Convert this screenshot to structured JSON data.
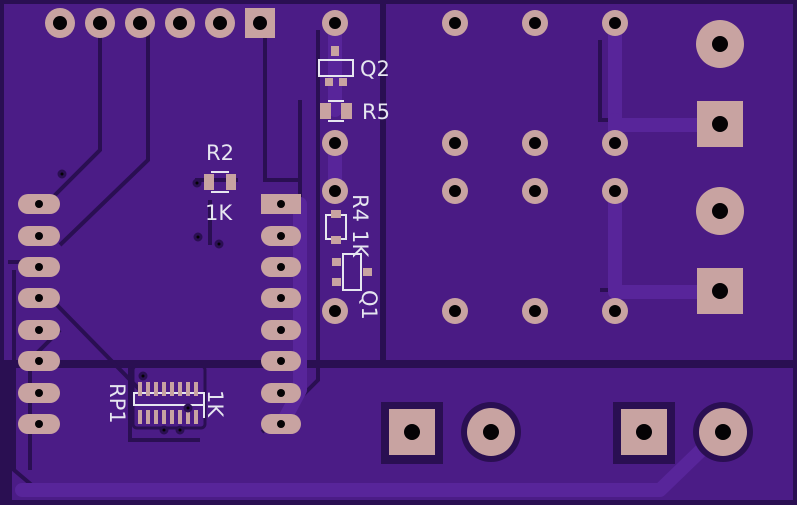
{
  "colors": {
    "board": "#2a0f52",
    "copper_fill": "#4b1c86",
    "trace": "#58259a",
    "pad": "#c8a3a1",
    "hole": "#050305",
    "silk": "#e6e6f0"
  },
  "labels": {
    "q2": "Q2",
    "r5": "R5",
    "r2": "R2",
    "r2_value": "1K",
    "r4": "R4",
    "r4_value": "1K",
    "q1": "Q1",
    "rp1": "RP1",
    "rp1_value": "1K"
  }
}
